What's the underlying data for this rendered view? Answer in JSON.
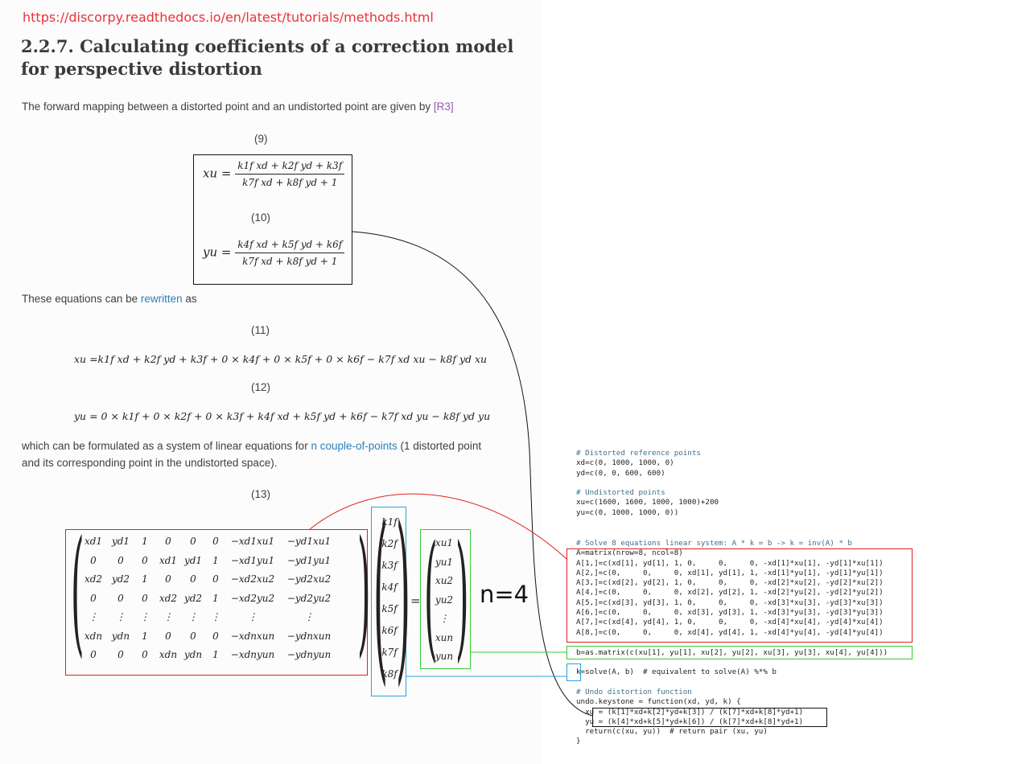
{
  "url": "https://discorpy.readthedocs.io/en/latest/tutorials/methods.html",
  "heading": "2.2.7. Calculating coefficients of a correction model for perspective distortion",
  "intro": {
    "text": "The forward mapping between a distorted point and an undistorted point are given by ",
    "ref": "[R3]"
  },
  "equations": {
    "eq9_label": "(9)",
    "eq9_lhs": "xu =",
    "eq9_num": "k1f xd + k2f yd + k3f",
    "eq9_den": "k7f xd + k8f yd + 1",
    "eq10_label": "(10)",
    "eq10_lhs": "yu =",
    "eq10_num": "k4f xd + k5f yd + k6f",
    "eq10_den": "k7f xd + k8f yd + 1",
    "eq11_label": "(11)",
    "eq11": "xu =k1f xd + k2f yd + k3f + 0 × k4f + 0 × k5f + 0 × k6f − k7f xd xu − k8f yd xu",
    "eq12_label": "(12)",
    "eq12": "yu = 0 × k1f + 0 × k2f + 0 × k3f + k4f xd + k5f yd + k6f − k7f xd yu − k8f yd yu",
    "eq13_label": "(13)"
  },
  "rewritten": {
    "before": "These equations can be ",
    "link": "rewritten",
    "after": " as"
  },
  "formulated": {
    "before": "which can be formulated as a system of linear equations for ",
    "link": "n couple-of-points",
    "after": " (1 distorted point",
    "line2": "and its corresponding point in the undistorted space)."
  },
  "matrix": {
    "rows": [
      [
        "xd1",
        "yd1",
        "1",
        "0",
        "0",
        "0",
        "−xd1xu1",
        "−yd1xu1"
      ],
      [
        "0",
        "0",
        "0",
        "xd1",
        "yd1",
        "1",
        "−xd1yu1",
        "−yd1yu1"
      ],
      [
        "xd2",
        "yd2",
        "1",
        "0",
        "0",
        "0",
        "−xd2xu2",
        "−yd2xu2"
      ],
      [
        "0",
        "0",
        "0",
        "xd2",
        "yd2",
        "1",
        "−xd2yu2",
        "−yd2yu2"
      ],
      [
        "⋮",
        "⋮",
        "⋮",
        "⋮",
        "⋮",
        "⋮",
        "⋮",
        "⋮"
      ],
      [
        "xdn",
        "ydn",
        "1",
        "0",
        "0",
        "0",
        "−xdnxun",
        "−ydnxun"
      ],
      [
        "0",
        "0",
        "0",
        "xdn",
        "ydn",
        "1",
        "−xdnyun",
        "−ydnyun"
      ]
    ],
    "k_vector": [
      "k1f",
      "k2f",
      "k3f",
      "k4f",
      "k5f",
      "k6f",
      "k7f",
      "k8f"
    ],
    "equals": "=",
    "rhs_vector": [
      "xu1",
      "yu1",
      "xu2",
      "yu2",
      "⋮",
      "xun",
      "yun"
    ]
  },
  "n_label": "n=4",
  "code": {
    "l1": "# Distorted reference points",
    "l2": "xd=c(0, 1000, 1000, 0)",
    "l3": "yd=c(0, 0, 600, 600)",
    "l4": "# Undistorted points",
    "l5": "xu=c(1600, 1600, 1000, 1000)+200",
    "l6": "yu=c(0, 1000, 1000, 0))",
    "l7": "# Solve 8 equations linear system: A * k = b -> k = inv(A) * b",
    "a0": "A=matrix(nrow=8, ncol=8)",
    "a1": "A[1,]=c(xd[1], yd[1], 1, 0,     0,     0, -xd[1]*xu[1], -yd[1]*xu[1])",
    "a2": "A[2,]=c(0,     0,     0, xd[1], yd[1], 1, -xd[1]*yu[1], -yd[1]*yu[1])",
    "a3": "A[3,]=c(xd[2], yd[2], 1, 0,     0,     0, -xd[2]*xu[2], -yd[2]*xu[2])",
    "a4": "A[4,]=c(0,     0,     0, xd[2], yd[2], 1, -xd[2]*yu[2], -yd[2]*yu[2])",
    "a5": "A[5,]=c(xd[3], yd[3], 1, 0,     0,     0, -xd[3]*xu[3], -yd[3]*xu[3])",
    "a6": "A[6,]=c(0,     0,     0, xd[3], yd[3], 1, -xd[3]*yu[3], -yd[3]*yu[3])",
    "a7": "A[7,]=c(xd[4], yd[4], 1, 0,     0,     0, -xd[4]*xu[4], -yd[4]*xu[4])",
    "a8": "A[8,]=c(0,     0,     0, xd[4], yd[4], 1, -xd[4]*yu[4], -yd[4]*yu[4])",
    "b": "b=as.matrix(c(xu[1], yu[1], xu[2], yu[2], xu[3], yu[3], xu[4], yu[4]))",
    "k": "k=solve(A, b)  # equivalent to solve(A) %*% b",
    "u1": "# Undo distortion function",
    "u2": "undo.keystone = function(xd, yd, k) {",
    "u3": "  xu = (k[1]*xd+k[2]*yd+k[3]) / (k[7]*xd+k[8]*yd+1)",
    "u4": "  yu = (k[4]*xd+k[5]*yd+k[6]) / (k[7]*xd+k[8]*yd+1)",
    "u5": "  return(c(xu, yu))  # return pair (xu, yu)",
    "u6": "}"
  },
  "colors": {
    "url": "#e8333a",
    "annotation_red": "#e02020",
    "annotation_green": "#33cc33",
    "annotation_blue": "#29a3df",
    "link_violet": "#9b59b6",
    "link_blue": "#2980b9"
  }
}
